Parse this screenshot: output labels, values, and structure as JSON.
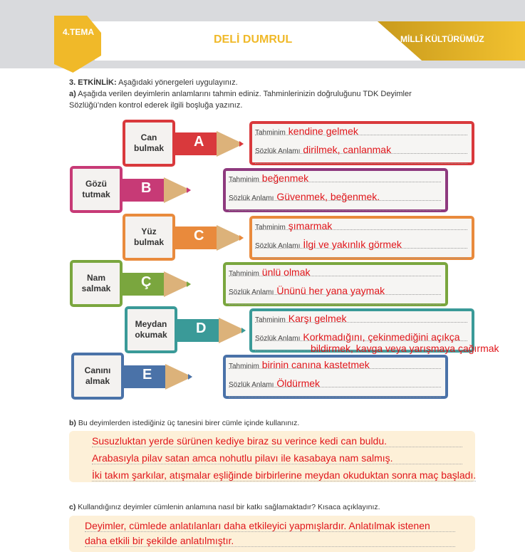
{
  "header": {
    "theme": "4.TEMA",
    "title": "DELİ DUMRUL",
    "section": "MİLLÎ KÜLTÜRÜMÜZ"
  },
  "activity": {
    "heading": "3. ETKİNLİK:",
    "instruction": "Aşağıdaki yönergeleri uygulayınız.",
    "a_label": "a)",
    "a_text1": "Aşağıda verilen deyimlerin anlamlarını tahmin ediniz. Tahminlerinizin doğruluğunu TDK Deyimler",
    "a_text2": "Sözlüğü’nden kontrol ederek ilgili boşluğa yazınız."
  },
  "field_labels": {
    "guess": "Tahminim",
    "dict": "Sözlük Anlamı"
  },
  "idioms": [
    {
      "letter": "A",
      "line1": "Can",
      "line2": "bulmak",
      "guess": "kendine gelmek",
      "meaning": "dirilmek, canlanmak",
      "color": "#d9393c"
    },
    {
      "letter": "B",
      "line1": "Gözü",
      "line2": "tutmak",
      "guess": "beğenmek",
      "meaning": "Güvenmek, beğenmek.",
      "color": "#c73a76",
      "box_color": "#8e3a7e"
    },
    {
      "letter": "C",
      "line1": "Yüz",
      "line2": "bulmak",
      "guess": "şımarmak",
      "meaning": "İlgi ve yakınlık görmek",
      "color": "#e98a3c"
    },
    {
      "letter": "Ç",
      "line1": "Nam",
      "line2": "salmak",
      "guess": "ünlü olmak",
      "meaning": "Ününü her yana yaymak",
      "color": "#7aa63e"
    },
    {
      "letter": "D",
      "line1": "Meydan",
      "line2": "okumak",
      "guess": "Karşı gelmek",
      "meaning": "Korkmadığını, çekinmediğini açıkça",
      "meaning2": "bildirmek, kavga veya yarışmaya çağırmak",
      "color": "#3a9a98"
    },
    {
      "letter": "E",
      "line1": "Canını",
      "line2": "almak",
      "guess": "birinin canına kastetmek",
      "meaning": "Öldürmek",
      "color": "#4a72a8"
    }
  ],
  "part_b": {
    "label": "b)",
    "question": "Bu deyimlerden istediğiniz üç tanesini birer cümle içinde kullanınız.",
    "answers": [
      "Susuzluktan yerde sürünen kediye biraz su verince kedi can buldu.",
      "Arabasıyla pilav satan amca nohutlu pilavı ile kasabaya nam salmış.",
      "İki takım şarkılar, atışmalar eşliğinde birbirlerine meydan okuduktan sonra maç başladı."
    ]
  },
  "part_c": {
    "label": "c)",
    "question": "Kullandığınız deyimler cümlenin anlamına nasıl bir katkı sağlamaktadır? Kısaca açıklayınız.",
    "answers": [
      "Deyimler, cümlede anlatılanları daha etkileyici yapmışlardır. Anlatılmak istenen",
      "daha etkili bir şekilde anlatılmıştır."
    ]
  }
}
